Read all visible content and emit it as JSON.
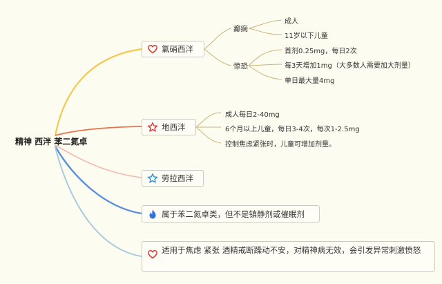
{
  "root": {
    "label": "精神 西泮 苯二氮卓"
  },
  "branches": [
    {
      "label": "氯硝西泮",
      "icon": "heart-icon",
      "color": "#f2c94c",
      "groups": [
        {
          "label": "癫痫",
          "items": [
            "成人",
            "11岁以下儿童"
          ]
        },
        {
          "label": "惊恐",
          "items": [
            "首剂0.25mg，每日2次",
            "每3天增加1mg（大多数人需要加大剂量）",
            "单日最大量4mg"
          ]
        }
      ]
    },
    {
      "label": "地西泮",
      "icon": "star-icon",
      "color": "#e8704a",
      "items": [
        "成人每日2-40mg",
        "6个月以上儿童，每日3-4次，每次1-2.5mg",
        "控制焦虑紧张时，儿童可增加剂量。"
      ]
    },
    {
      "label": "劳拉西泮",
      "icon": "star-outline-icon",
      "color": "#f4b8b0"
    },
    {
      "label": "属于苯二氮卓类，但不是镇静剂或催眠剂",
      "icon": "flame-icon",
      "color": "#5b8fd9"
    },
    {
      "label": "适用于焦虑 紧张 酒精戒断躁动不安，对精神病无效，会引发异常刺激愤怒",
      "icon": "heart-icon",
      "color": "#a8c9de"
    }
  ],
  "colors": {
    "heart": "#d63b3b",
    "star": "#d63b3b",
    "star_outline": "#2f8fd8",
    "flame": "#2f73d8",
    "connector": "#c9b37a"
  }
}
